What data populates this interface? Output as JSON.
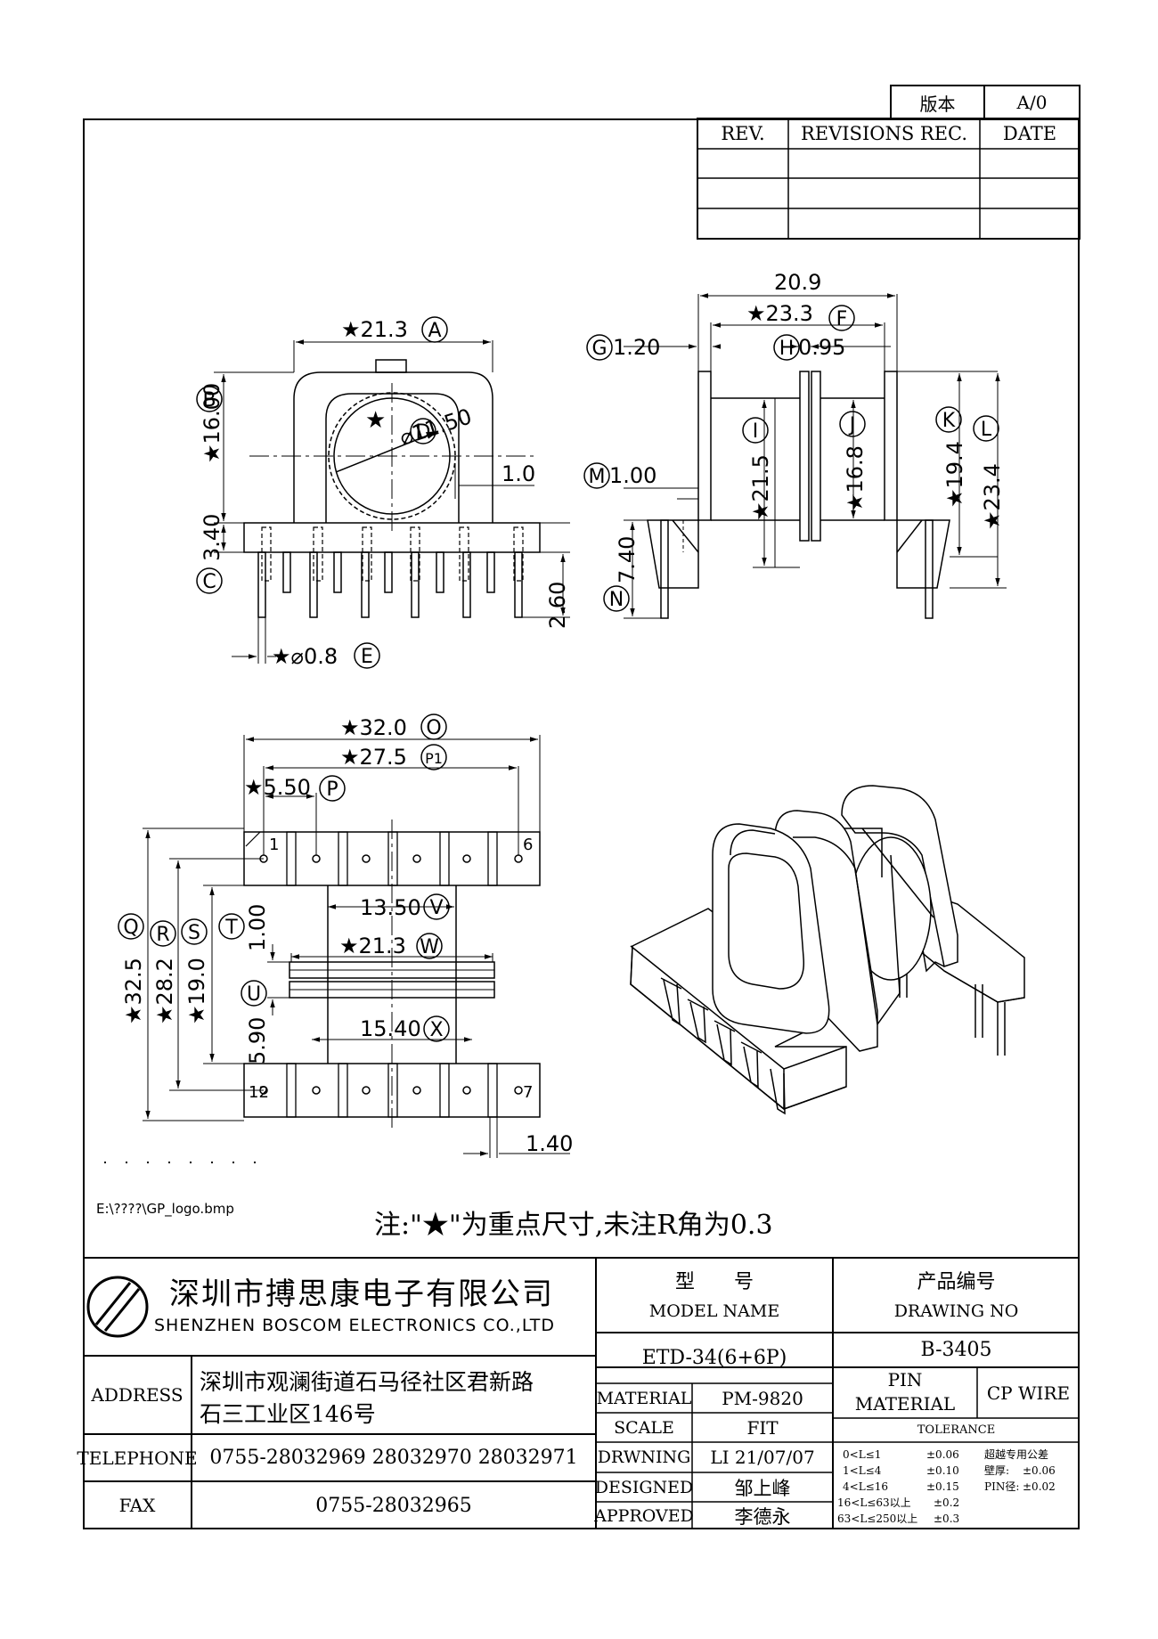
{
  "version_box": {
    "label": "版本",
    "value": "A/0"
  },
  "revision_table": {
    "headers": [
      "REV.",
      "REVISIONS REC.",
      "DATE"
    ],
    "rows": [
      [
        "",
        "",
        ""
      ],
      [
        "",
        "",
        ""
      ],
      [
        "",
        "",
        ""
      ]
    ]
  },
  "dims": {
    "A": "21.3",
    "B": "16.00",
    "C": "3.40",
    "D": "11.50",
    "D_gap": "1.0",
    "E": "0.8",
    "pin_len": "2.60",
    "top_width": "20.9",
    "F": "23.3",
    "G": "1.20",
    "H": "0.95",
    "I": "21.5",
    "J": "16.8",
    "K": "19.4",
    "L": "23.4",
    "M": "1.00",
    "N": "7.40",
    "O": "32.0",
    "P1": "27.5",
    "P": "5.50",
    "V": "13.50",
    "W": "21.3",
    "X": "15.40",
    "Q": "32.5",
    "R": "28.2",
    "S": "19.0",
    "T": "1.00",
    "U": "5.90",
    "pin_gap": "1.40"
  },
  "dim_letters": {
    "A": "A",
    "B": "B",
    "C": "C",
    "D": "D",
    "E": "E",
    "F": "F",
    "G": "G",
    "H": "H",
    "I": "I",
    "J": "J",
    "K": "K",
    "L": "L",
    "M": "M",
    "N": "N",
    "O": "O",
    "P1": "P1",
    "P": "P",
    "V": "V",
    "W": "W",
    "X": "X",
    "Q": "Q",
    "R": "R",
    "S": "S",
    "T": "T",
    "U": "U"
  },
  "pin_labels": {
    "p1": "1",
    "p6": "6",
    "p12": "12",
    "p7": "7"
  },
  "logo_path": "E:\\????\\GP_logo.bmp",
  "note": "注:\"★\"为重点尺寸,未注R角为0.3",
  "company": {
    "name_cn": "深圳市搏思康电子有限公司",
    "name_en": "SHENZHEN BOSCOM ELECTRONICS CO.,LTD"
  },
  "info": {
    "address_label": "ADDRESS",
    "address_line1": "深圳市观澜街道石马径社区君新路",
    "address_line2": "石三工业区146号",
    "telephone_label": "TELEPHONE",
    "telephone": "0755-28032969 28032970 28032971",
    "fax_label": "FAX",
    "fax": "0755-28032965"
  },
  "model": {
    "cn": "型　　号",
    "en": "MODEL NAME",
    "value": "ETD-34(6+6P)"
  },
  "drawing": {
    "cn": "产品编号",
    "en": "DRAWING NO",
    "value": "B-3405"
  },
  "fields": {
    "material_label": "MATERIAL",
    "material": "PM-9820",
    "scale_label": "SCALE",
    "scale": "FIT",
    "drawing_label": "DRWNING",
    "drawing_by": "LI 21/07/07",
    "designed_label": "DESIGNED",
    "designed": "邹上峰",
    "approved_label": "APPROVED",
    "approved": "李德永",
    "pin_material_label1": "PIN",
    "pin_material_label2": "MATERIAL",
    "pin_material": "CP WIRE"
  },
  "tolerance": {
    "title": "TOLERANCE",
    "rows": [
      [
        "0<L≤1",
        "±0.06"
      ],
      [
        "1<L≤4",
        "±0.10"
      ],
      [
        "4<L≤16",
        "±0.15"
      ],
      [
        "16<L≤63以上",
        "±0.2"
      ],
      [
        "63<L≤250以上",
        "±0.3"
      ]
    ],
    "special_title": "超越专用公差",
    "special": [
      [
        "壁厚:",
        "±0.06"
      ],
      [
        "PIN径:",
        "±0.02"
      ]
    ]
  }
}
